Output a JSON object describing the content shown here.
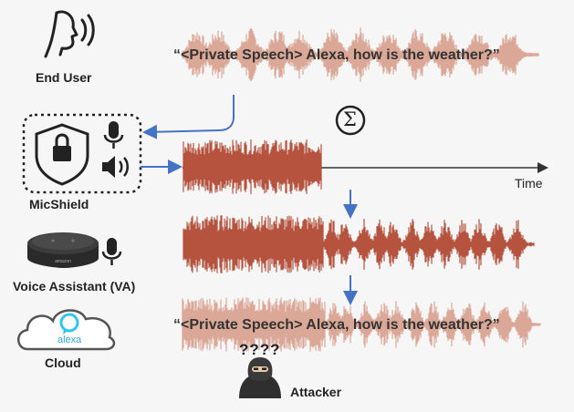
{
  "labels": {
    "end_user": "End User",
    "micshield": "MicShield",
    "voice_assistant": "Voice Assistant (VA)",
    "cloud": "Cloud",
    "attacker": "Attacker",
    "time": "Time",
    "question_marks": "????",
    "alexa_logo_text": "alexa"
  },
  "utterance_top": "“<Private Speech> Alexa, how is the weather?”",
  "utterance_bottom": "“<Private Speech> Alexa, how is the weather?”",
  "sum_symbol": "Σ",
  "colors": {
    "waveform": "#b5533f",
    "waveform_faded": "#d79a86",
    "arrow": "#4472c4",
    "axis": "#333333",
    "icon": "#222222"
  },
  "icons": [
    "speaking-person-icon",
    "lock-shield-icon",
    "microphone-icon",
    "speaker-icon",
    "echo-dot-icon",
    "cloud-icon",
    "alexa-ring-icon",
    "hooded-attacker-icon",
    "sum-icon"
  ]
}
